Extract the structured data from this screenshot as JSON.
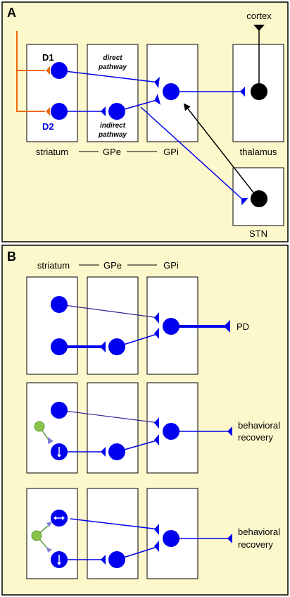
{
  "colors": {
    "panel_fill": "#fdf8cc",
    "box_fill": "#ffffff",
    "neuron_blue": "#0000ee",
    "cortex_orange": "#ee6a10",
    "black": "#000000",
    "green": "#8bc34a"
  },
  "panel_a": {
    "letter": "A",
    "d1": "D1",
    "d2": "D2",
    "direct_line1": "direct",
    "direct_line2": "pathway",
    "indirect_line1": "indirect",
    "indirect_line2": "pathway",
    "striatum": "striatum",
    "gpe": "GPe",
    "gpi": "GPi",
    "cortex": "cortex",
    "thalamus": "thalamus",
    "stn": "STN"
  },
  "panel_b": {
    "letter": "B",
    "striatum": "striatum",
    "gpe": "GPe",
    "gpi": "GPi",
    "row1_outcome": "PD",
    "row2_outcome_line1": "behavioral",
    "row2_outcome_line2": "recovery",
    "row3_outcome_line1": "behavioral",
    "row3_outcome_line2": "recovery"
  }
}
